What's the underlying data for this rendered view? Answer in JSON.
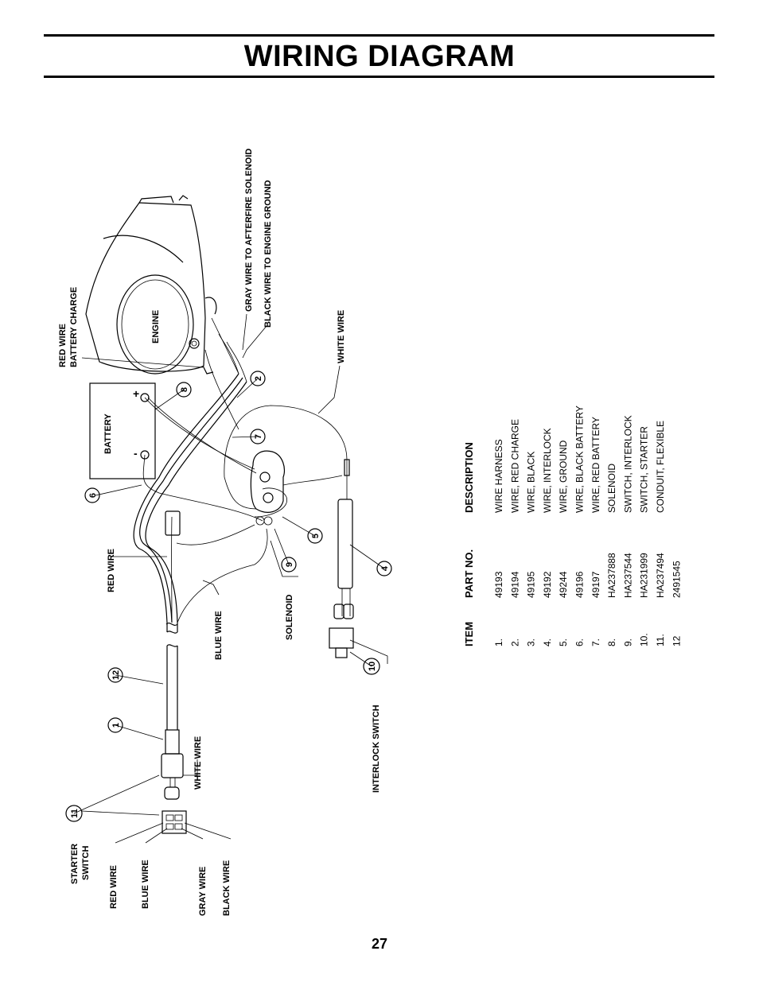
{
  "page": {
    "title": "WIRING DIAGRAM",
    "page_number": "27"
  },
  "diagram": {
    "labels": {
      "red_wire_battery_charge_1": "RED WIRE",
      "red_wire_battery_charge_2": "BATTERY CHARGE",
      "gray_wire_afterfire": "GRAY WIRE TO AFTERFIRE SOLENOID",
      "black_wire_ground": "BLACK WIRE TO ENGINE GROUND",
      "white_wire_right": "WHITE WIRE",
      "engine": "ENGINE",
      "battery": "BATTERY",
      "plus": "+",
      "minus": "-",
      "red_wire": "RED WIRE",
      "blue_wire": "BLUE WIRE",
      "solenoid": "SOLENOID",
      "interlock_switch": "INTERLOCK SWITCH",
      "white_wire_left": "WHITE WIRE",
      "starter_switch_1": "STARTER",
      "starter_switch_2": "SWITCH",
      "red_wire_sw": "RED WIRE",
      "blue_wire_sw": "BLUE WIRE",
      "gray_wire_sw": "GRAY WIRE",
      "black_wire_sw": "BLACK WIRE"
    },
    "callouts": [
      "1",
      "2",
      "4",
      "5",
      "6",
      "7",
      "8",
      "9",
      "10",
      "11",
      "12"
    ]
  },
  "parts_table": {
    "headers": {
      "item": "ITEM",
      "part_no": "PART NO.",
      "description": "DESCRIPTION"
    },
    "rows": [
      {
        "item": "1.",
        "part_no": "49193",
        "description": "WIRE HARNESS"
      },
      {
        "item": "2.",
        "part_no": "49194",
        "description": "WIRE, RED CHARGE"
      },
      {
        "item": "3.",
        "part_no": "49195",
        "description": "WIRE, BLACK"
      },
      {
        "item": "4.",
        "part_no": "49192",
        "description": "WIRE, INTERLOCK"
      },
      {
        "item": "5.",
        "part_no": "49244",
        "description": "WIRE, GROUND"
      },
      {
        "item": "6.",
        "part_no": "49196",
        "description": "WIRE, BLACK BATTERY"
      },
      {
        "item": "7.",
        "part_no": "49197",
        "description": "WIRE, RED BATTERY"
      },
      {
        "item": "8.",
        "part_no": "HA237888",
        "description": "SOLENOID"
      },
      {
        "item": "9.",
        "part_no": "HA237544",
        "description": "SWITCH, INTERLOCK"
      },
      {
        "item": "10.",
        "part_no": "HA231999",
        "description": "SWITCH, STARTER"
      },
      {
        "item": "11.",
        "part_no": "HA237494",
        "description": "CONDUIT, FLEXIBLE"
      },
      {
        "item": "12",
        "part_no": "2491545",
        "description": ""
      }
    ]
  }
}
